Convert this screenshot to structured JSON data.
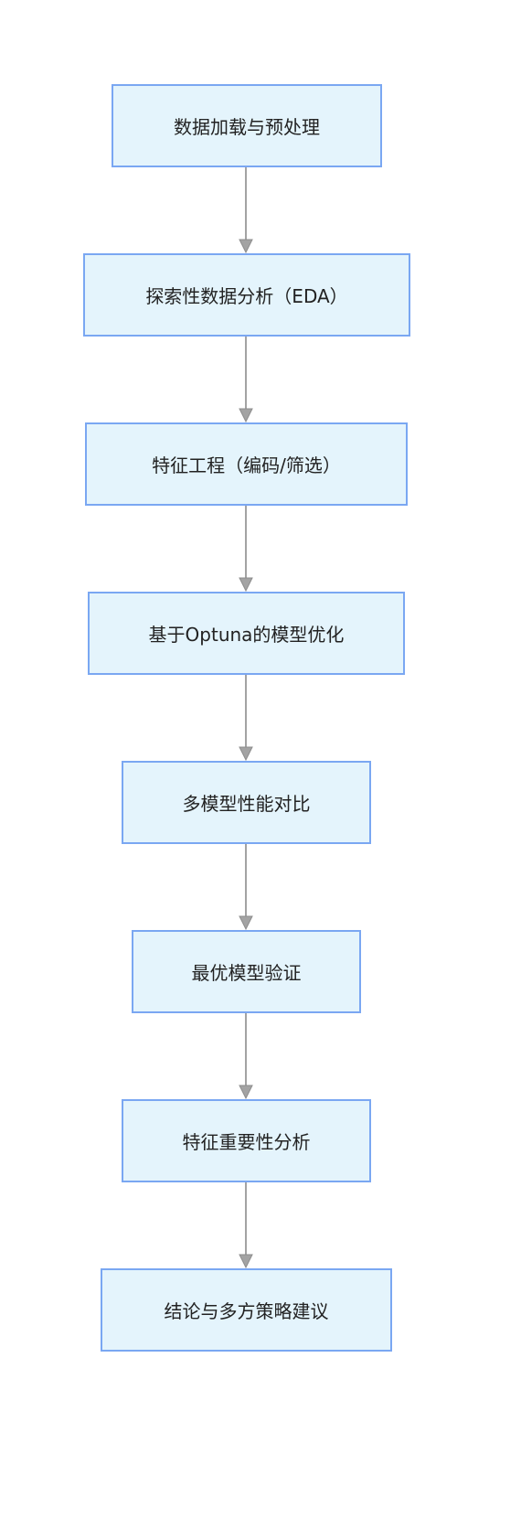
{
  "diagram": {
    "type": "vertical-flowchart",
    "colors": {
      "node_fill": "#e4f4fc",
      "node_border": "#7aa7f2",
      "edge": "#a3a3a3",
      "text": "#222222"
    },
    "nodes": [
      {
        "id": "n1",
        "label": "数据加载与预处理"
      },
      {
        "id": "n2",
        "label": "探索性数据分析（EDA）"
      },
      {
        "id": "n3",
        "label": "特征工程（编码/筛选）"
      },
      {
        "id": "n4",
        "label": "基于Optuna的模型优化"
      },
      {
        "id": "n5",
        "label": "多模型性能对比"
      },
      {
        "id": "n6",
        "label": "最优模型验证"
      },
      {
        "id": "n7",
        "label": "特征重要性分析"
      },
      {
        "id": "n8",
        "label": "结论与多方策略建议"
      }
    ],
    "edges": [
      {
        "from": "n1",
        "to": "n2"
      },
      {
        "from": "n2",
        "to": "n3"
      },
      {
        "from": "n3",
        "to": "n4"
      },
      {
        "from": "n4",
        "to": "n5"
      },
      {
        "from": "n5",
        "to": "n6"
      },
      {
        "from": "n6",
        "to": "n7"
      },
      {
        "from": "n7",
        "to": "n8"
      }
    ]
  }
}
